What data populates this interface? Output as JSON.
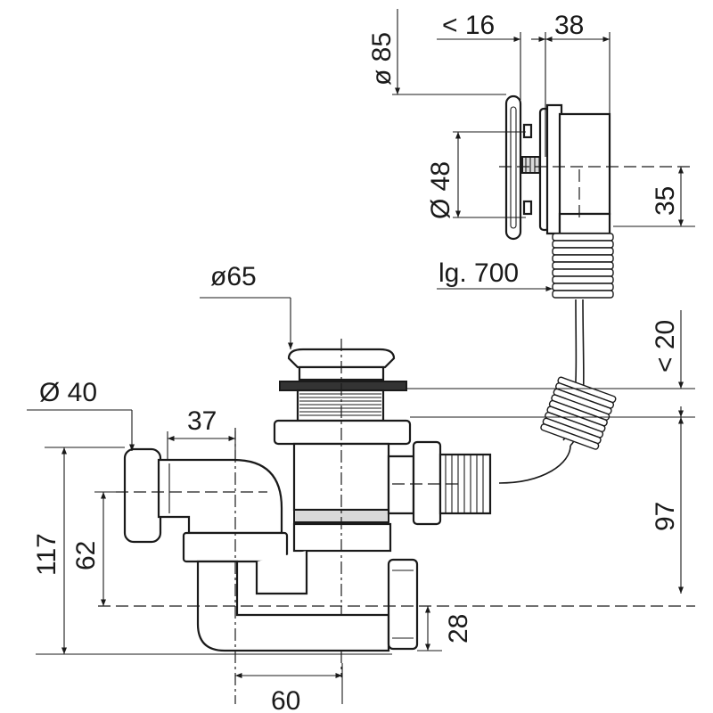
{
  "labels": {
    "d85": "ø 85",
    "lt16": "< 16",
    "w38": "38",
    "d48": "Ø 48",
    "h35": "35",
    "hose_len": "lg. 700",
    "d65": "ø65",
    "lt20": "< 20",
    "d40": "Ø 40",
    "w37": "37",
    "h117": "117",
    "h62": "62",
    "h97": "97",
    "h28": "28",
    "w60": "60"
  }
}
